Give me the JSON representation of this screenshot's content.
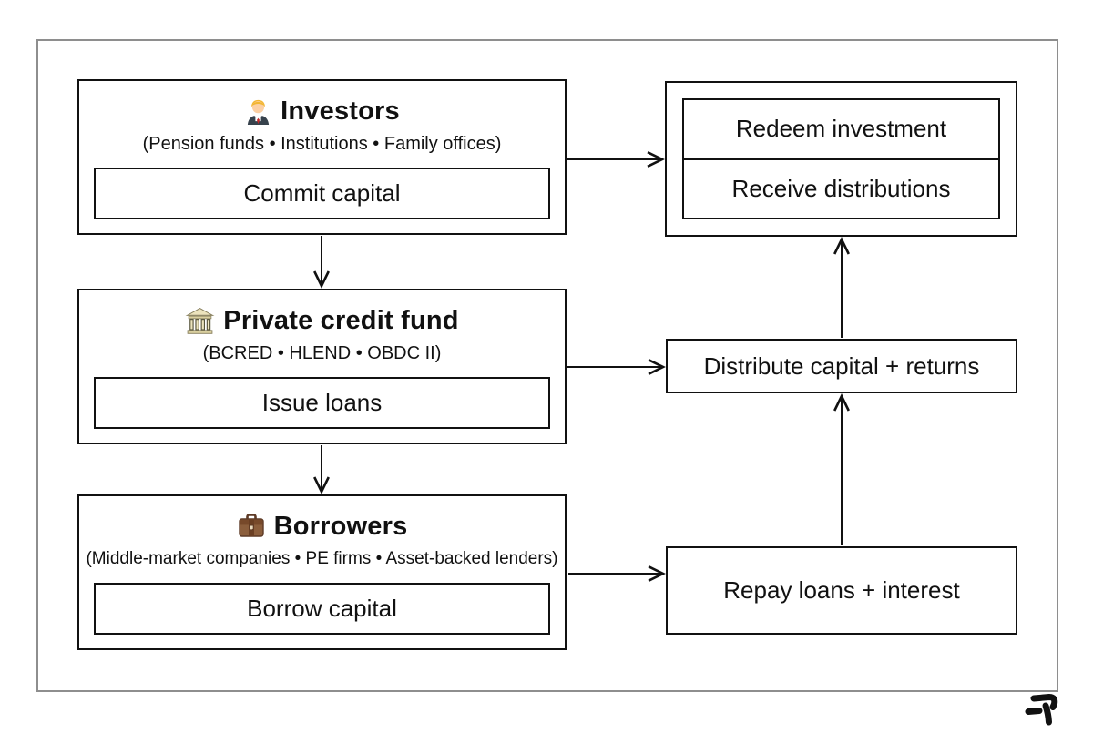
{
  "diagram": {
    "nodes": [
      {
        "id": "investors",
        "icon": "office-worker-icon",
        "title": "Investors",
        "subtitle": "(Pension funds • Institutions • Family offices)",
        "action": "Commit capital"
      },
      {
        "id": "private-credit-fund",
        "icon": "classical-building-icon",
        "title": "Private credit fund",
        "subtitle": "(BCRED • HLEND • OBDC II)",
        "action": "Issue loans"
      },
      {
        "id": "borrowers",
        "icon": "briefcase-icon",
        "title": "Borrowers",
        "subtitle": "(Middle-market companies • PE firms • Asset-backed lenders)",
        "action": "Borrow capital"
      }
    ],
    "outcomes": {
      "investor_outcomes": [
        "Redeem investment",
        "Receive distributions"
      ],
      "fund_outcome": "Distribute capital + returns",
      "borrower_outcome": "Repay loans + interest"
    },
    "arrows": [
      "investors-to-investor-outcomes",
      "fund-to-distribute",
      "borrowers-to-repay",
      "investors-down-to-fund",
      "fund-down-to-borrowers",
      "repay-up-to-distribute",
      "distribute-up-to-investor-outcomes"
    ],
    "watermark_icon": "signature-mark",
    "colors": {
      "box_border": "#111111",
      "frame_border": "#8e8e8e",
      "background": "#ffffff",
      "text": "#111111"
    }
  }
}
